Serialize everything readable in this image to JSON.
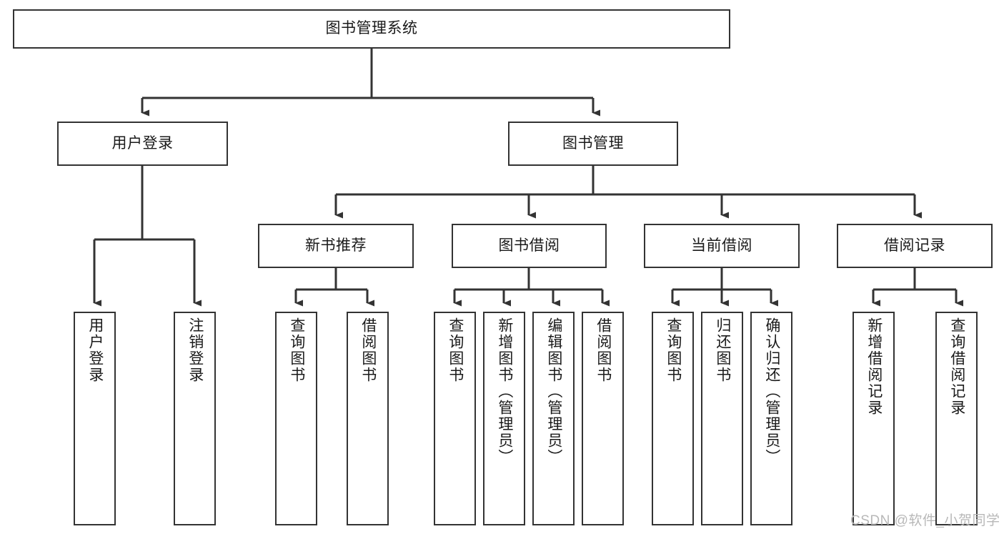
{
  "diagram": {
    "type": "tree-hierarchy-diagram",
    "title": "图书管理系统",
    "watermark": "CSDN @软件_小贺同学",
    "colors": {
      "box_border": "#333333",
      "box_fill": "#ffffff",
      "edge": "#333333",
      "text": "#1a1a1a",
      "watermark": "#b8b8b8",
      "background": "#ffffff"
    },
    "nodes": {
      "root": {
        "label": "图书管理系统",
        "level": 0
      },
      "user_login": {
        "label": "用户登录",
        "level": 1
      },
      "book_manage": {
        "label": "图书管理",
        "level": 1
      },
      "new_book_rec": {
        "label": "新书推荐",
        "level": 2
      },
      "book_borrow": {
        "label": "图书借阅",
        "level": 2
      },
      "current_borrow": {
        "label": "当前借阅",
        "level": 2
      },
      "borrow_record": {
        "label": "借阅记录",
        "level": 2
      },
      "leaf_user_login": {
        "label": "用户登录",
        "level": 3
      },
      "leaf_user_logout": {
        "label": "注销登录",
        "level": 3
      },
      "leaf_query_book_1": {
        "label": "查询图书",
        "level": 3
      },
      "leaf_borrow_book_1": {
        "label": "借阅图书",
        "level": 3
      },
      "leaf_query_book_2": {
        "label": "查询图书",
        "level": 3
      },
      "leaf_add_book": {
        "label": "新增图书（管理员）",
        "level": 3
      },
      "leaf_edit_book": {
        "label": "编辑图书（管理员）",
        "level": 3
      },
      "leaf_borrow_book_2": {
        "label": "借阅图书",
        "level": 3
      },
      "leaf_query_book_3": {
        "label": "查询图书",
        "level": 3
      },
      "leaf_return_book": {
        "label": "归还图书",
        "level": 3
      },
      "leaf_confirm_return": {
        "label": "确认归还（管理员）",
        "level": 3
      },
      "leaf_add_record": {
        "label": "新增借阅记录",
        "level": 3
      },
      "leaf_query_record": {
        "label": "查询借阅记录",
        "level": 3
      }
    },
    "edges": [
      {
        "from": "root",
        "to": "user_login"
      },
      {
        "from": "root",
        "to": "book_manage"
      },
      {
        "from": "book_manage",
        "to": "new_book_rec"
      },
      {
        "from": "book_manage",
        "to": "book_borrow"
      },
      {
        "from": "book_manage",
        "to": "current_borrow"
      },
      {
        "from": "book_manage",
        "to": "borrow_record"
      },
      {
        "from": "user_login",
        "to": "leaf_user_login"
      },
      {
        "from": "user_login",
        "to": "leaf_user_logout"
      },
      {
        "from": "new_book_rec",
        "to": "leaf_query_book_1"
      },
      {
        "from": "new_book_rec",
        "to": "leaf_borrow_book_1"
      },
      {
        "from": "book_borrow",
        "to": "leaf_query_book_2"
      },
      {
        "from": "book_borrow",
        "to": "leaf_add_book"
      },
      {
        "from": "book_borrow",
        "to": "leaf_edit_book"
      },
      {
        "from": "book_borrow",
        "to": "leaf_borrow_book_2"
      },
      {
        "from": "current_borrow",
        "to": "leaf_query_book_3"
      },
      {
        "from": "current_borrow",
        "to": "leaf_return_book"
      },
      {
        "from": "current_borrow",
        "to": "leaf_confirm_return"
      },
      {
        "from": "borrow_record",
        "to": "leaf_add_record"
      },
      {
        "from": "borrow_record",
        "to": "leaf_query_record"
      }
    ]
  }
}
